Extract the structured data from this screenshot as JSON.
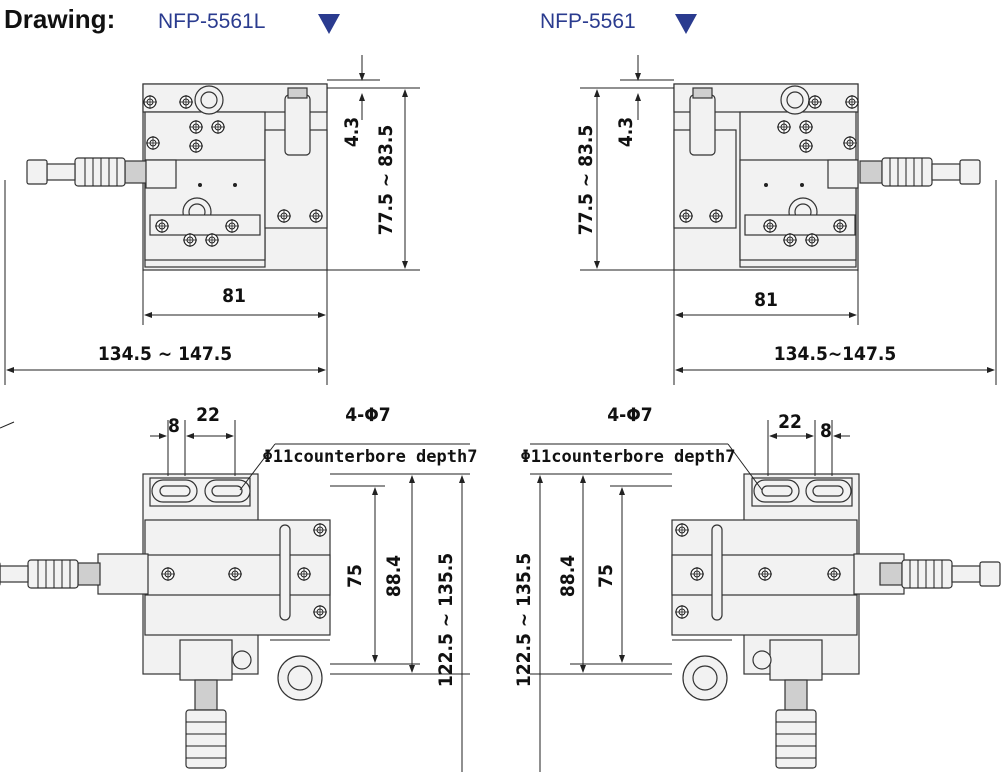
{
  "header": {
    "title": "Drawing:",
    "model_left": "NFP-5561L",
    "model_right": "NFP-5561",
    "marker_color": "#2a3b8f"
  },
  "views": {
    "top_left": {
      "width_dim": "81",
      "total_dim": "134.5 ~ 147.5",
      "height_dim": "77.5 ~ 83.5",
      "offset_dim": "4.3"
    },
    "top_right": {
      "width_dim": "81",
      "total_dim": "134.5~147.5",
      "height_dim": "77.5 ~ 83.5",
      "offset_dim": "4.3"
    },
    "bottom_left": {
      "slot_dim_a": "8",
      "slot_dim_b": "22",
      "holes": "4-Φ7",
      "counterbore": "Φ11counterbore depth7",
      "dim_75": "75",
      "dim_88": "88.4",
      "dim_total": "122.5 ~ 135.5"
    },
    "bottom_right": {
      "slot_dim_a": "8",
      "slot_dim_b": "22",
      "holes": "4-Φ7",
      "counterbore": "Φ11counterbore depth7",
      "dim_75": "75",
      "dim_88": "88.4",
      "dim_total": "122.5 ~ 135.5"
    }
  }
}
